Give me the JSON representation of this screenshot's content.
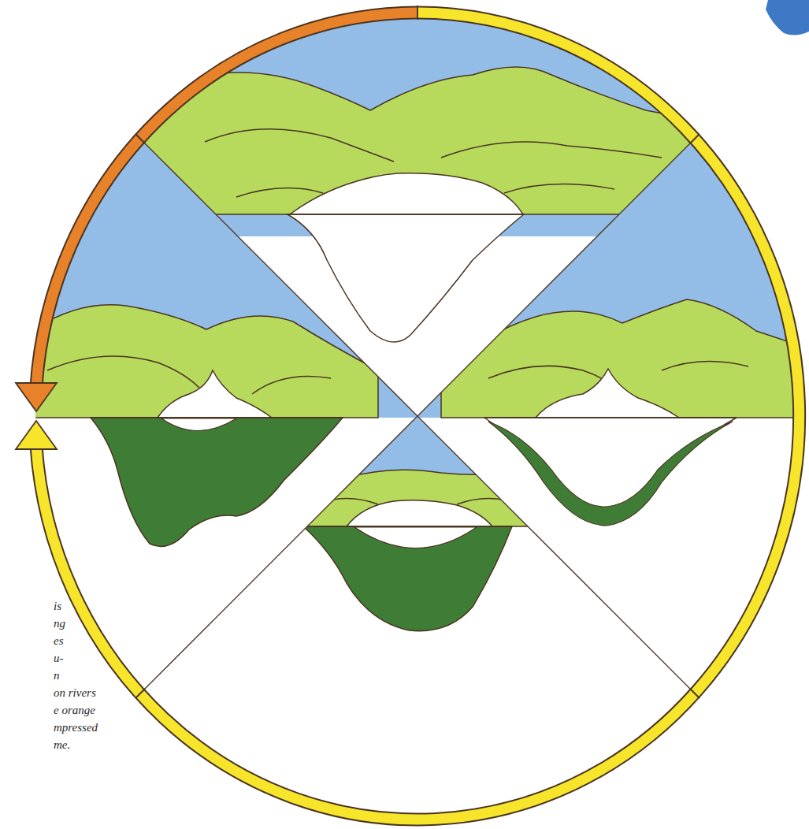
{
  "diagram": {
    "labels": [
      "is",
      "ng",
      "es",
      "u-",
      "n",
      "on rivers",
      "e orange",
      "mpressed",
      "me."
    ]
  }
}
